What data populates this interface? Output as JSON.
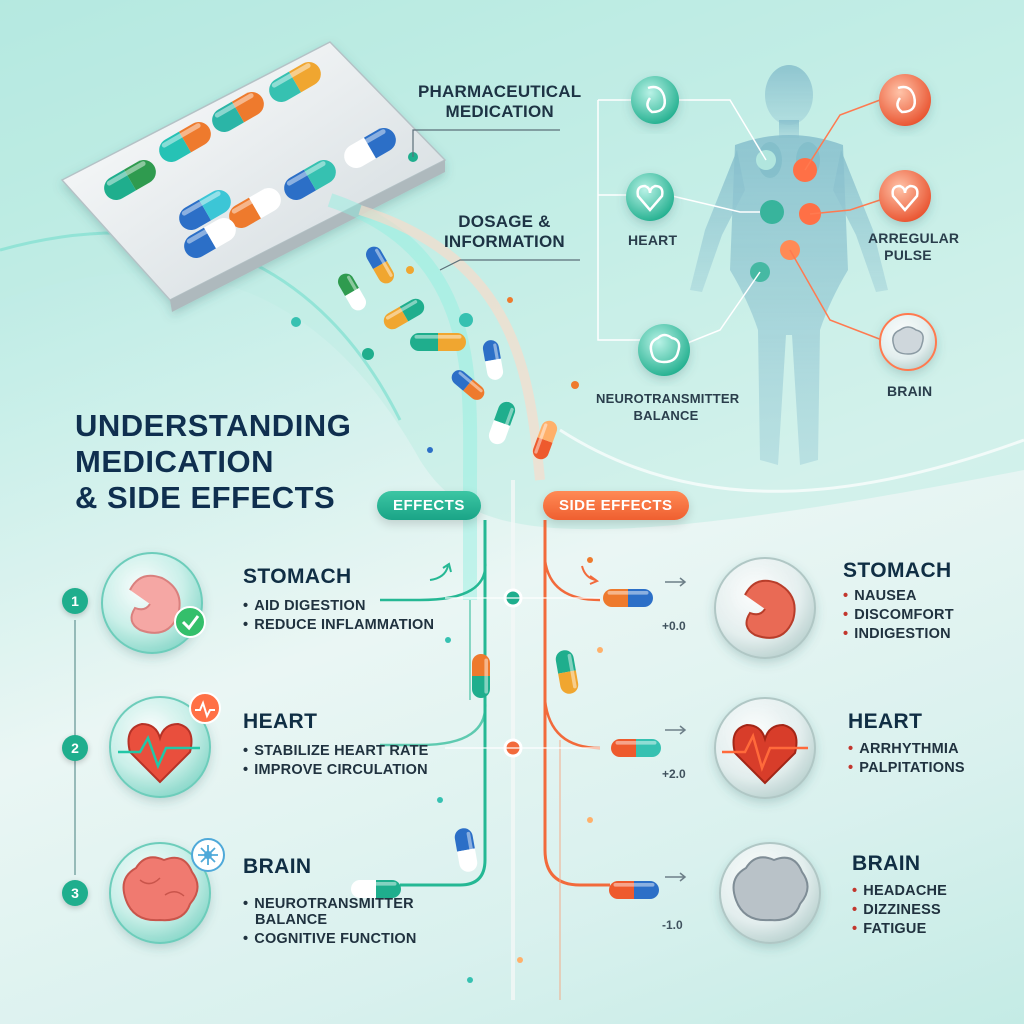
{
  "title": {
    "line1": "UNDERSTANDING",
    "line2": "MEDICATION",
    "line3": "& SIDE EFFECTS"
  },
  "callouts": {
    "pharma_line1": "PHARMACEUTICAL",
    "pharma_line2": "MEDICATION",
    "dosage_line1": "DOSAGE &",
    "dosage_line2": "INFORMATION"
  },
  "body_map": {
    "left_labels": {
      "heart": "HEART",
      "neuro_line1": "NEUROTRANSMITTER",
      "neuro_line2": "BALANCE"
    },
    "right_labels": {
      "pulse_line1": "ARREGULAR",
      "pulse_line2": "PULSE",
      "brain": "BRAIN"
    }
  },
  "branches": {
    "effects": "EFFECTS",
    "side_effects": "SIDE EFFECTS"
  },
  "effects": [
    {
      "step": "1",
      "organ": "STOMACH",
      "items": [
        "AID DIGESTION",
        "REDUCE INFLAMMATION"
      ]
    },
    {
      "step": "2",
      "organ": "HEART",
      "items": [
        "STABILIZE HEART RATE",
        "IMPROVE CIRCULATION"
      ]
    },
    {
      "step": "3",
      "organ": "BRAIN",
      "items_line1": "NEUROTRANSMITTER",
      "items_line1b": "BALANCE",
      "items_line2": "COGNITIVE FUNCTION"
    }
  ],
  "side_effects": [
    {
      "organ": "STOMACH",
      "value": "+0.0",
      "items": [
        "NAUSEA",
        "DISCOMFORT",
        "INDIGESTION"
      ]
    },
    {
      "organ": "HEART",
      "value": "+2.0",
      "items": [
        "ARRHYTHMIA",
        "PALPITATIONS"
      ]
    },
    {
      "organ": "BRAIN",
      "value": "-1.0",
      "items": [
        "HEADACHE",
        "DIZZINESS",
        "FATIGUE"
      ]
    }
  ],
  "colors": {
    "teal": "#1fae8d",
    "orange": "#ef5f30",
    "navy": "#0f2f4f",
    "red": "#c2362d"
  },
  "icons": [
    "blister-pack-icon",
    "capsule-icon",
    "stomach-icon",
    "heart-icon",
    "brain-icon",
    "pulse-icon",
    "neuron-icon",
    "checkmark-icon",
    "human-body-icon",
    "arrow-icon"
  ]
}
